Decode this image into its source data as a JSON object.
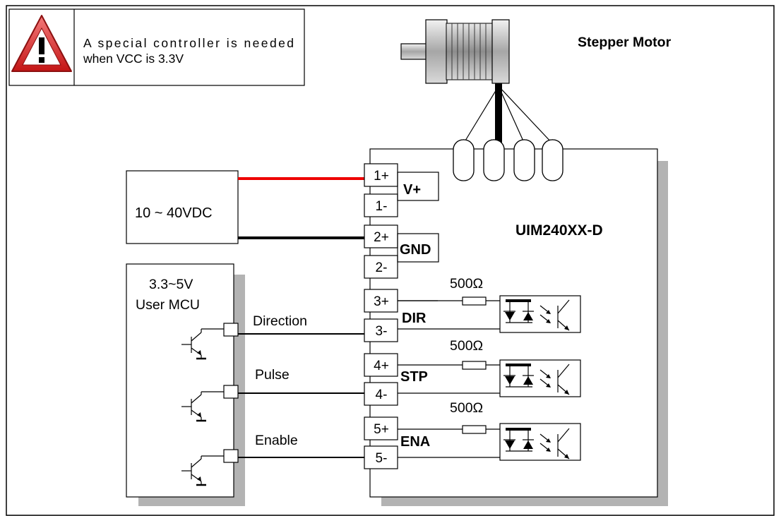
{
  "warning": {
    "line1": "A special controller is needed",
    "line2": "when VCC is 3.3V",
    "icon": "warning-triangle-icon"
  },
  "motor": {
    "title": "Stepper Motor"
  },
  "power_supply": {
    "label": "10 ~ 40VDC"
  },
  "driver": {
    "model": "UIM240XX-D",
    "terminals": [
      "1+",
      "1-",
      "2+",
      "2-",
      "3+",
      "3-",
      "4+",
      "4-",
      "5+",
      "5-"
    ],
    "port_labels": {
      "v": "V+",
      "gnd": "GND",
      "dir": "DIR",
      "stp": "STP",
      "ena": "ENA"
    },
    "resistors": [
      "500Ω",
      "500Ω",
      "500Ω"
    ]
  },
  "mcu": {
    "line1": "3.3~5V",
    "line2": "User MCU",
    "signals": [
      "Direction",
      "Pulse",
      "Enable"
    ]
  },
  "colors": {
    "positive_wire": "#ee0000",
    "ground_wire": "#000000",
    "shadow": "#b3b3b3",
    "warning_red": "#d42020"
  }
}
